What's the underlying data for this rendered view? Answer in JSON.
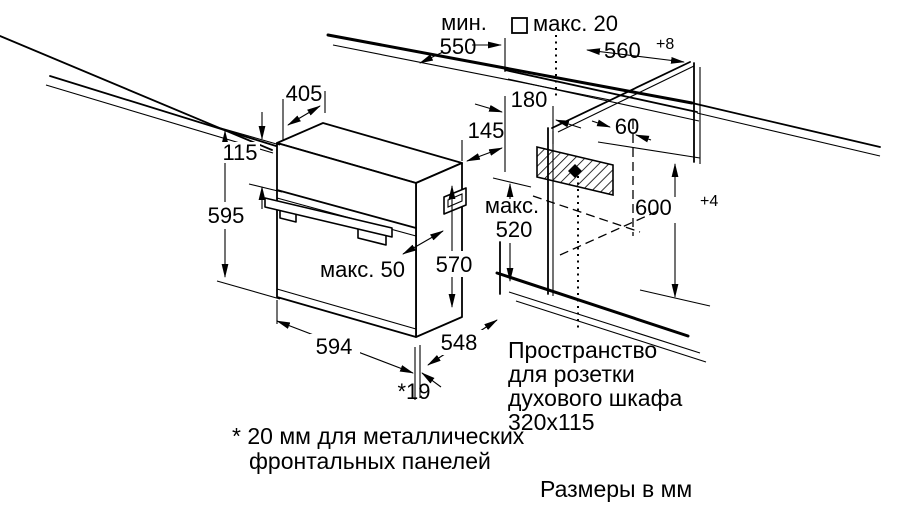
{
  "diagram": {
    "units_note": "Размеры в мм",
    "footnote": {
      "line1": "* 20 мм для металлических",
      "line2": "фронтальных панелей"
    },
    "socket_note": {
      "line1": "Пространство",
      "line2": "для розетки",
      "line3": "духового шкафа",
      "line4": "320x115"
    },
    "dims": {
      "worktop_depth_label": "мин.",
      "worktop_depth": "550",
      "rear_gap": "макс. 20",
      "niche_width": "560",
      "niche_width_tol": "+8",
      "top_recess_depth": "405",
      "panel_height": "115",
      "oven_height": "595",
      "socket_offset": "180",
      "top_recess_width": "145",
      "socket_edge_gap": "60",
      "niche_depth_label": "макс.",
      "niche_depth": "520",
      "oven_body_depth": "570",
      "door_projection": "макс. 50",
      "niche_height": "600",
      "niche_height_tol": "+4",
      "oven_width": "594",
      "oven_total_depth": "548",
      "front_panel_gap": "*19"
    },
    "colors": {
      "line": "#000000",
      "background": "#ffffff"
    }
  }
}
